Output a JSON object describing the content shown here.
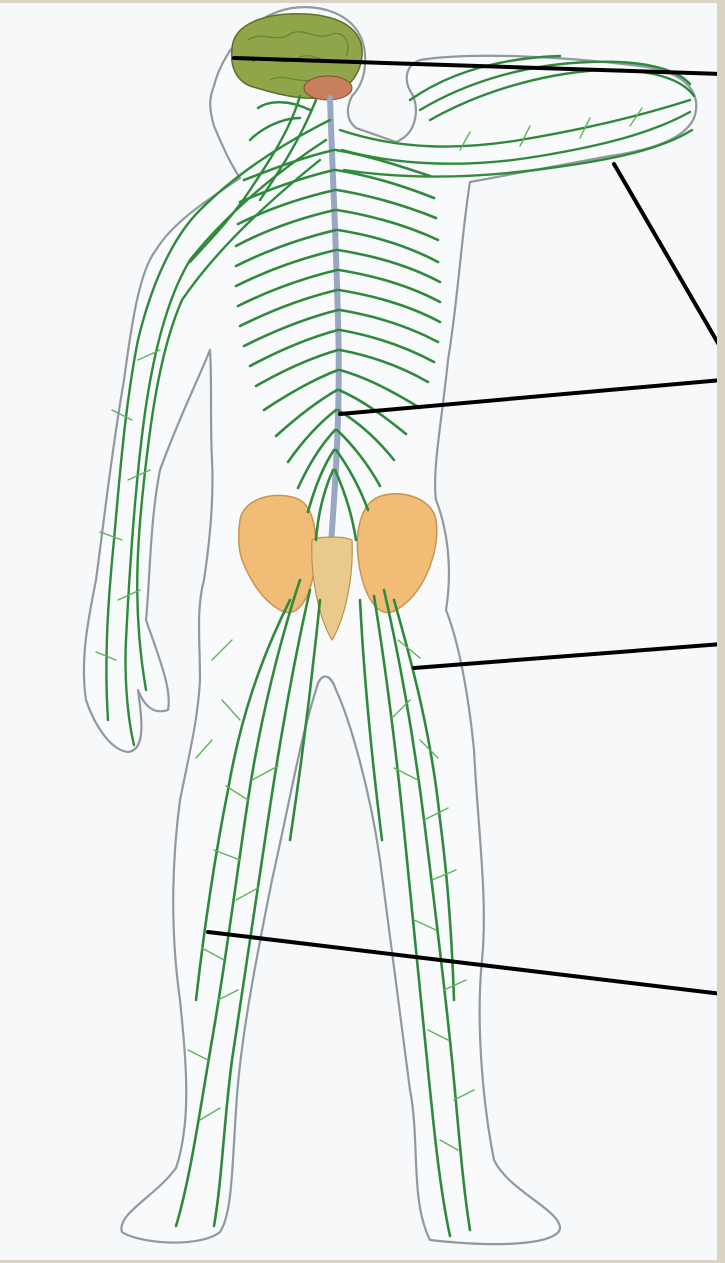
{
  "diagram": {
    "colors": {
      "background": "#f7f8fa",
      "body_outline": "#8f9aa0",
      "body_fill": "#f8fafb",
      "nerve": "#2f8a3c",
      "nerve_light": "#5fb35a",
      "spinal_cord": "#9aa7c2",
      "brain": "#8fa54a",
      "pelvis": "#f0b668",
      "leader_line": "#000000"
    },
    "labels": [
      {
        "name": "label-1",
        "text": ""
      },
      {
        "name": "label-2",
        "text": ""
      },
      {
        "name": "label-3",
        "text": ""
      },
      {
        "name": "label-4",
        "text": ""
      },
      {
        "name": "label-5",
        "text": ""
      }
    ]
  }
}
